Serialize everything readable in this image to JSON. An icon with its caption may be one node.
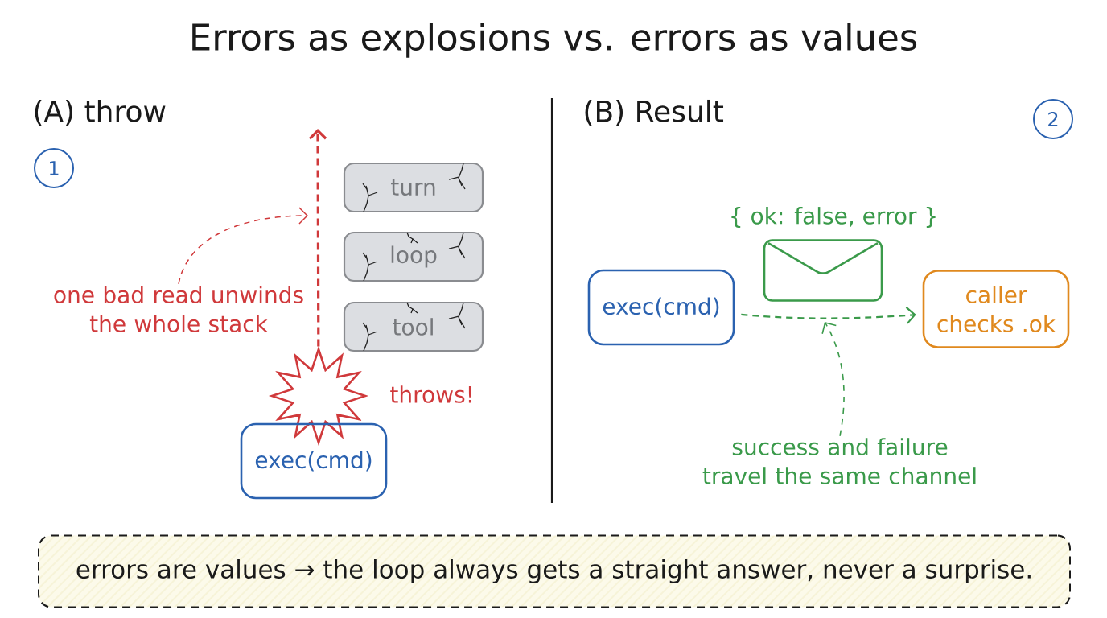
{
  "diagram": {
    "title": "Errors as explosions vs. errors as values",
    "nodes": [
      {
        "text": [
          "1"
        ]
      },
      {
        "text": [
          "turn"
        ]
      },
      {
        "text": [
          "loop"
        ]
      },
      {
        "text": [
          "tool"
        ]
      },
      {
        "text": [
          "one bad read unwinds the whole stack"
        ]
      },
      {
        "text": [],
        "shape": "star",
        "beside": [
          "throws!"
        ]
      },
      {
        "text": [
          "exec(cmd)"
        ]
      },
      {
        "text": [
          "2"
        ]
      },
      {
        "text": [
          "exec(cmd)"
        ]
      },
      {
        "text": [],
        "shape": "picture",
        "beside": [
          "{ ok: false, error }"
        ]
      },
      {
        "text": [
          "caller checks .ok"
        ]
      },
      {
        "text": [
          "success and failure travel the same channel"
        ]
      },
      {
        "text": [
          "errors are values → the loop always gets a straight answer, never a surprise."
        ]
      }
    ],
    "edges": [
      {
        "from": 5,
        "to": null,
        "arrow": "to",
        "style": "dashed",
        "color": "#d0393b"
      },
      {
        "from": 4,
        "to": null,
        "arrow": "to",
        "style": "dashed",
        "color": "#d0393b"
      },
      {
        "from": 8,
        "to": 10,
        "arrow": "to",
        "style": "dashed",
        "color": "#3a9a4a"
      },
      {
        "from": 11,
        "to": null,
        "arrow": "to",
        "style": "dashed",
        "color": "#3a9a4a"
      }
    ],
    "labels": [
      "(A) throw",
      "(B) Result"
    ]
  }
}
